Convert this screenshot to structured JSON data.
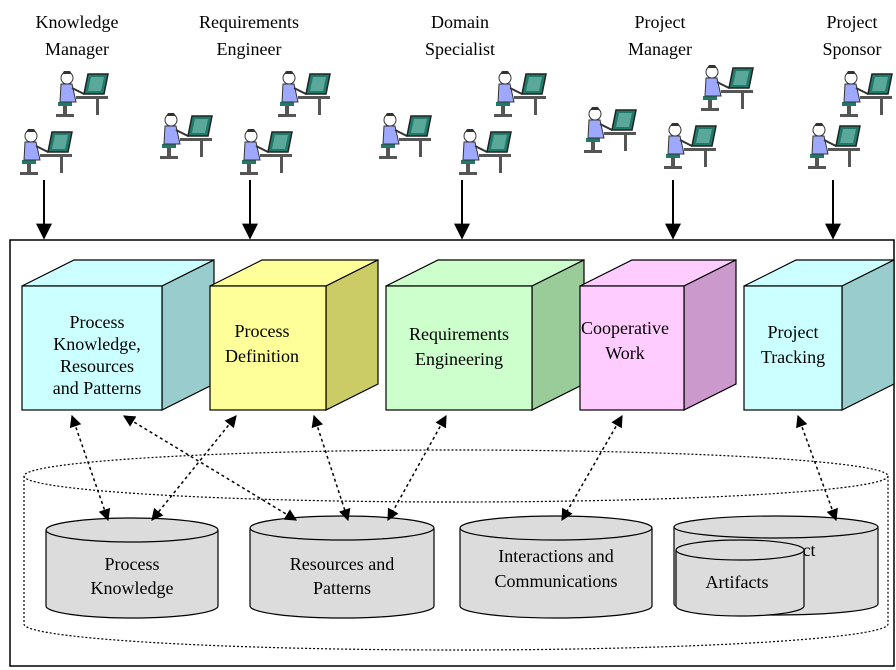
{
  "roles": [
    {
      "id": "knowledge-manager",
      "line1": "Knowledge",
      "line2": "Manager"
    },
    {
      "id": "requirements-engineer",
      "line1": "Requirements",
      "line2": "Engineer"
    },
    {
      "id": "domain-specialist",
      "line1": "Domain",
      "line2": "Specialist"
    },
    {
      "id": "project-manager",
      "line1": "Project",
      "line2": "Manager"
    },
    {
      "id": "project-sponsor",
      "line1": "Project",
      "line2": "Sponsor"
    }
  ],
  "modules": [
    {
      "id": "process-knowledge",
      "lines": [
        "Process",
        "Knowledge,",
        "Resources",
        "and Patterns"
      ],
      "color": "#ccffff"
    },
    {
      "id": "process-definition",
      "lines": [
        "Process",
        "Definition"
      ],
      "color": "#ffff99"
    },
    {
      "id": "requirements-engineering",
      "lines": [
        "Requirements",
        "Engineering"
      ],
      "color": "#ccffcc"
    },
    {
      "id": "cooperative-work",
      "lines": [
        "Cooperative",
        "Work"
      ],
      "color": "#ffccff"
    },
    {
      "id": "project-tracking",
      "lines": [
        "Project",
        "Tracking"
      ],
      "color": "#ccffff"
    }
  ],
  "repositories": [
    {
      "id": "process-knowledge-db",
      "lines": [
        "Process",
        "Knowledge"
      ]
    },
    {
      "id": "resources-patterns-db",
      "lines": [
        "Resources and",
        "Patterns"
      ]
    },
    {
      "id": "interactions-db",
      "lines": [
        "Interactions  and",
        "Communications"
      ]
    },
    {
      "id": "project-db",
      "lines": [
        "Project"
      ]
    },
    {
      "id": "artifacts-db",
      "lines": [
        "Artifacts"
      ]
    }
  ],
  "colors": {
    "cylinder": "#dcdcdc",
    "person_screen": "#1f7a6a",
    "person_body": "#9fa8ff"
  },
  "icons": [
    "person-at-computer-icon"
  ]
}
